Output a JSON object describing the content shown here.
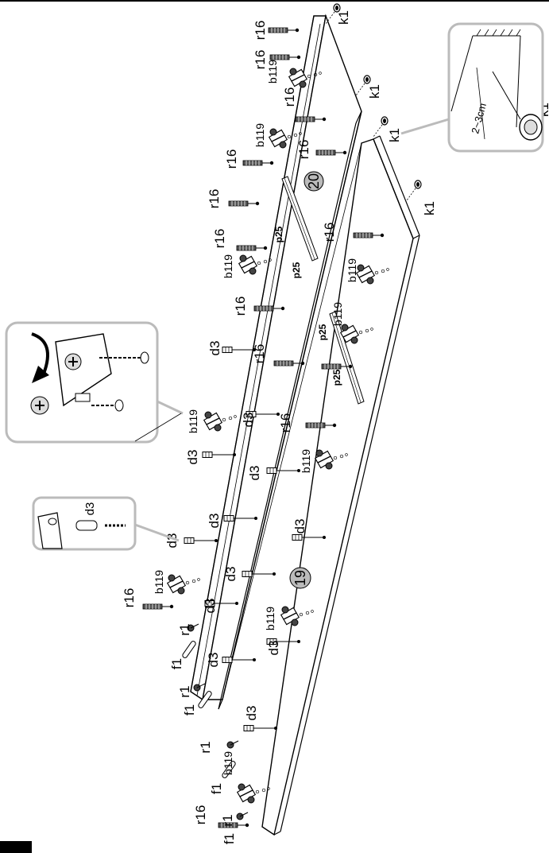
{
  "parts": {
    "r16": "r16",
    "k1": "k1",
    "b119": "b119",
    "p25": "p25",
    "d3": "d3",
    "r1": "r1",
    "f1": "f1",
    "n19": "19",
    "n20": "20",
    "dim": "2~3cm"
  }
}
